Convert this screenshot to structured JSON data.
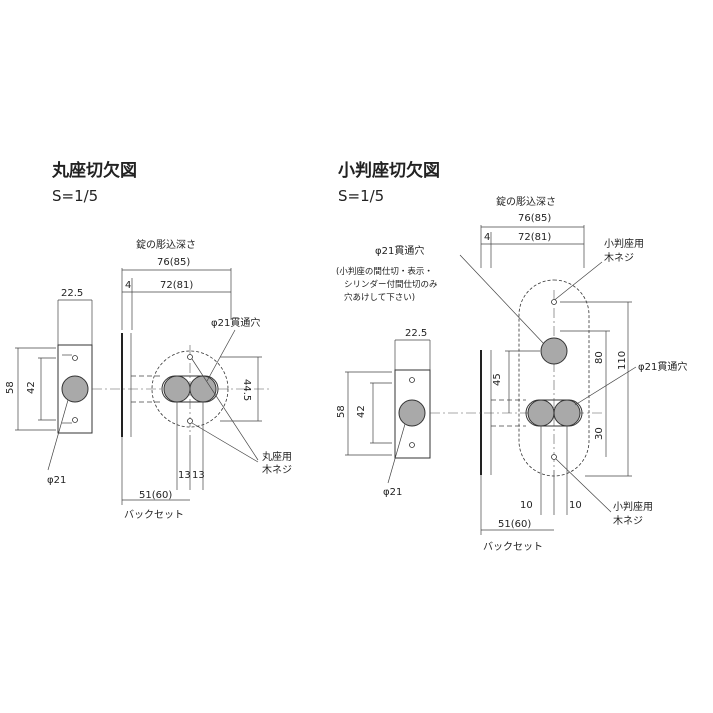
{
  "left": {
    "title": "丸座切欠図",
    "scale": "S=1/5",
    "mortise_depth_label": "錠の彫込深さ",
    "dim_76": "76(85)",
    "dim_4": "4",
    "dim_72": "72(81)",
    "dim_22_5": "22.5",
    "dim_58": "58",
    "dim_42": "42",
    "dim_44_5": "44.5",
    "dim_13a": "13",
    "dim_13b": "13",
    "dim_51": "51(60)",
    "backset_label": "バックセット",
    "hole_phi21_front": "φ21",
    "hole_phi21_through": "φ21貫通穴",
    "screw_label_line1": "丸座用",
    "screw_label_line2": "木ネジ"
  },
  "right": {
    "title": "小判座切欠図",
    "scale": "S=1/5",
    "mortise_depth_label": "錠の彫込深さ",
    "dim_76": "76(85)",
    "dim_4": "4",
    "dim_72": "72(81)",
    "hole_phi21_top": "φ21貫通穴",
    "note_line1": "(小判座の間仕切・表示・",
    "note_line2": "シリンダー付間仕切のみ",
    "note_line3": "穴あけして下さい)",
    "plate_label_line1": "小判座用",
    "plate_label_line2": "木ネジ",
    "dim_22_5": "22.5",
    "dim_58": "58",
    "dim_42": "42",
    "dim_45": "45",
    "dim_80": "80",
    "dim_110": "110",
    "dim_30": "30",
    "hole_phi21_through_right": "φ21貫通穴",
    "hole_phi21_front": "φ21",
    "dim_10a": "10",
    "dim_10b": "10",
    "dim_51": "51(60)",
    "backset_label": "バックセット",
    "screw_label_line1": "小判座用",
    "screw_label_line2": "木ネジ"
  }
}
